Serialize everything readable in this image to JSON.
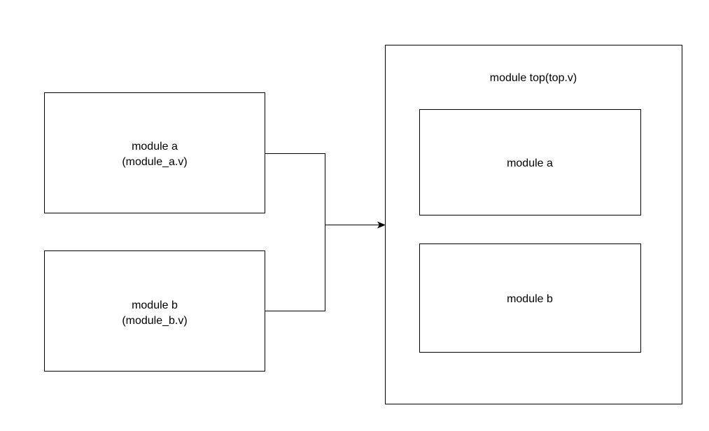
{
  "colors": {
    "background": "#ffffff",
    "stroke": "#000000",
    "box_fill": "#ffffff",
    "text": "#000000"
  },
  "source_modules": [
    {
      "id": "a",
      "label_line1": "module a",
      "label_line2": "(module_a.v)"
    },
    {
      "id": "b",
      "label_line1": "module b",
      "label_line2": "(module_b.v)"
    }
  ],
  "top_module": {
    "label": "module top(top.v)",
    "children": [
      {
        "id": "a",
        "label": "module a"
      },
      {
        "id": "b",
        "label": "module b"
      }
    ]
  }
}
